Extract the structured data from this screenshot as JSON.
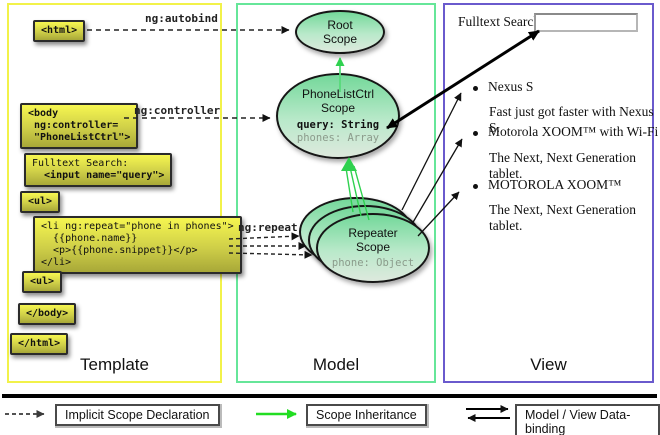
{
  "columns": {
    "template": {
      "label": "Template"
    },
    "model": {
      "label": "Model"
    },
    "view": {
      "label": "View"
    }
  },
  "template": {
    "boxes": {
      "html_open": "<html>",
      "body_open": "<body\n ng:controller=\n \"PhoneListCtrl\">",
      "fulltext_line1": "Fulltext Search:",
      "fulltext_line2": "  <input name=\"query\">",
      "ul_open": "<ul>",
      "li_repeat": "<li ng:repeat=\"phone in phones\">\n  {{phone.name}}\n  <p>{{phone.snippet}}</p>\n</li>",
      "ul_close": "<ul>",
      "body_close": "</body>",
      "html_close": "</html>"
    },
    "connector_labels": {
      "autobind": "ng:autobind",
      "controller": "ng:controller",
      "repeat": "ng:repeat"
    }
  },
  "model": {
    "root_scope": {
      "title": "Root\nScope"
    },
    "phonelist_scope": {
      "title": "PhoneListCtrl\nScope",
      "prop1": "query: String",
      "prop2": "phones: Array"
    },
    "repeater_scope": {
      "title": "Repeater\nScope",
      "prop1": "phone: Object"
    }
  },
  "view": {
    "search_label": "Fulltext Search:",
    "search_value": "",
    "items": [
      {
        "name": "Nexus S",
        "snippet": "Fast just got faster with Nexus S."
      },
      {
        "name": "Motorola XOOM™ with Wi-Fi",
        "snippet": "The Next, Next Generation tablet."
      },
      {
        "name": "MOTOROLA XOOM™",
        "snippet": "The Next, Next Generation tablet."
      }
    ]
  },
  "legend": {
    "implicit": "Implicit Scope Declaration",
    "inheritance": "Scope Inheritance",
    "databinding": "Model / View Data-binding"
  },
  "colors": {
    "template_border": "#f2f24a",
    "model_border": "#66e699",
    "view_border": "#6a5acd",
    "box_yellow_top": "#f6f650",
    "box_yellow_bottom": "#a8a838",
    "scope_green_top": "#74d89a",
    "inheritance_green": "#2fd14f"
  }
}
